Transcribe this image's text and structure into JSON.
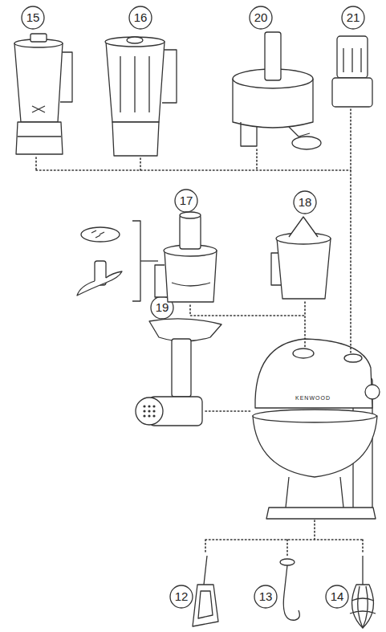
{
  "diagram": {
    "labels": [
      "15",
      "16",
      "20",
      "21",
      "17",
      "18",
      "19",
      "12",
      "13",
      "14",
      "KENWOOD"
    ]
  }
}
